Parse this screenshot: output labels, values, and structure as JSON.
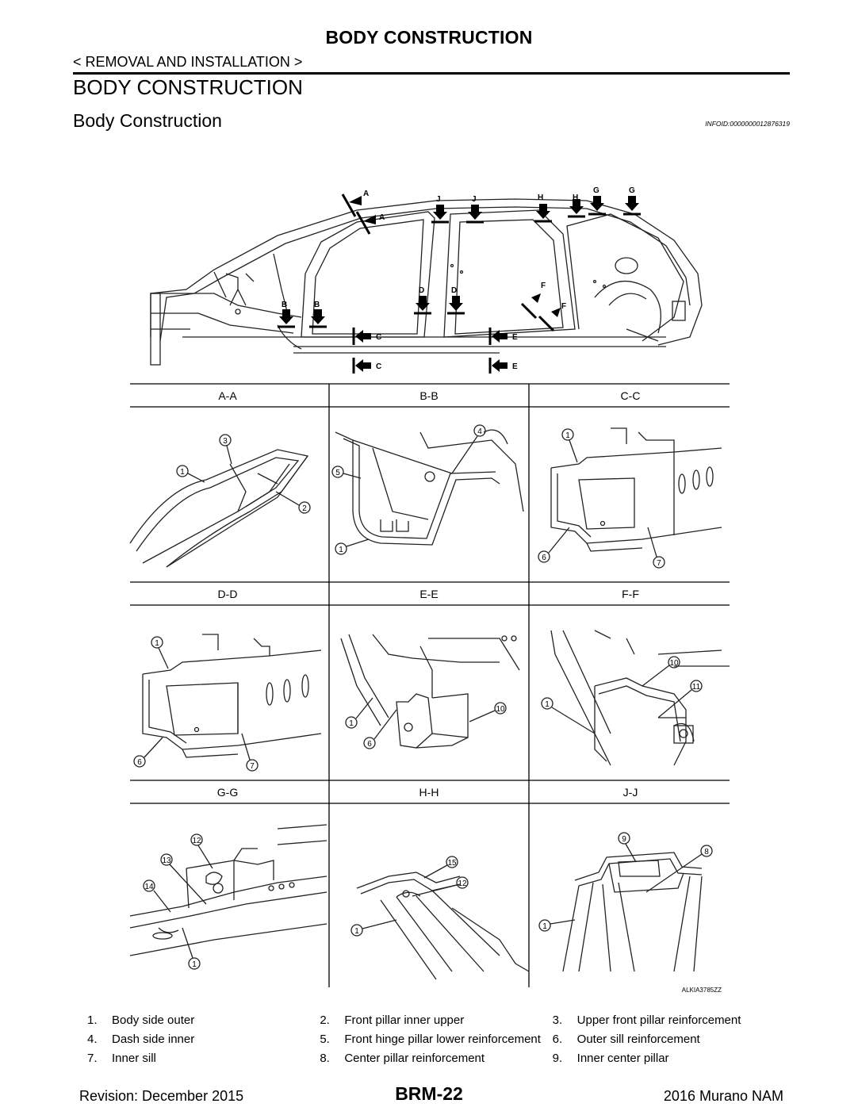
{
  "header": {
    "title": "BODY CONSTRUCTION",
    "breadcrumb": "< REMOVAL AND INSTALLATION >"
  },
  "section_title": "BODY CONSTRUCTION",
  "subsection_title": "Body Construction",
  "info_id": "INFOID:0000000012876319",
  "figure": {
    "section_markers": [
      "A",
      "A",
      "B",
      "B",
      "C",
      "C",
      "D",
      "D",
      "E",
      "E",
      "F",
      "F",
      "G",
      "G",
      "H",
      "H",
      "J",
      "J"
    ],
    "panels": [
      {
        "title": "A-A",
        "callouts": [
          "1",
          "3",
          "2"
        ]
      },
      {
        "title": "B-B",
        "callouts": [
          "4",
          "5",
          "1"
        ]
      },
      {
        "title": "C-C",
        "callouts": [
          "1",
          "6",
          "7"
        ]
      },
      {
        "title": "D-D",
        "callouts": [
          "1",
          "6",
          "7"
        ]
      },
      {
        "title": "E-E",
        "callouts": [
          "1",
          "6",
          "10"
        ]
      },
      {
        "title": "F-F",
        "callouts": [
          "10",
          "11",
          "1"
        ]
      },
      {
        "title": "G-G",
        "callouts": [
          "12",
          "13",
          "14",
          "1"
        ]
      },
      {
        "title": "H-H",
        "callouts": [
          "15",
          "12",
          "1"
        ]
      },
      {
        "title": "J-J",
        "callouts": [
          "9",
          "8",
          "1"
        ]
      }
    ],
    "code": "ALKIA3785ZZ"
  },
  "legend": [
    {
      "num": "1.",
      "label": "Body side outer"
    },
    {
      "num": "2.",
      "label": "Front pillar inner upper"
    },
    {
      "num": "3.",
      "label": "Upper front pillar reinforcement"
    },
    {
      "num": "4.",
      "label": "Dash side inner"
    },
    {
      "num": "5.",
      "label": "Front hinge pillar lower reinforcement"
    },
    {
      "num": "6.",
      "label": "Outer sill reinforcement"
    },
    {
      "num": "7.",
      "label": "Inner sill"
    },
    {
      "num": "8.",
      "label": "Center pillar reinforcement"
    },
    {
      "num": "9.",
      "label": "Inner center pillar"
    }
  ],
  "footer": {
    "revision": "Revision: December 2015",
    "page": "BRM-22",
    "model": "2016 Murano NAM"
  }
}
